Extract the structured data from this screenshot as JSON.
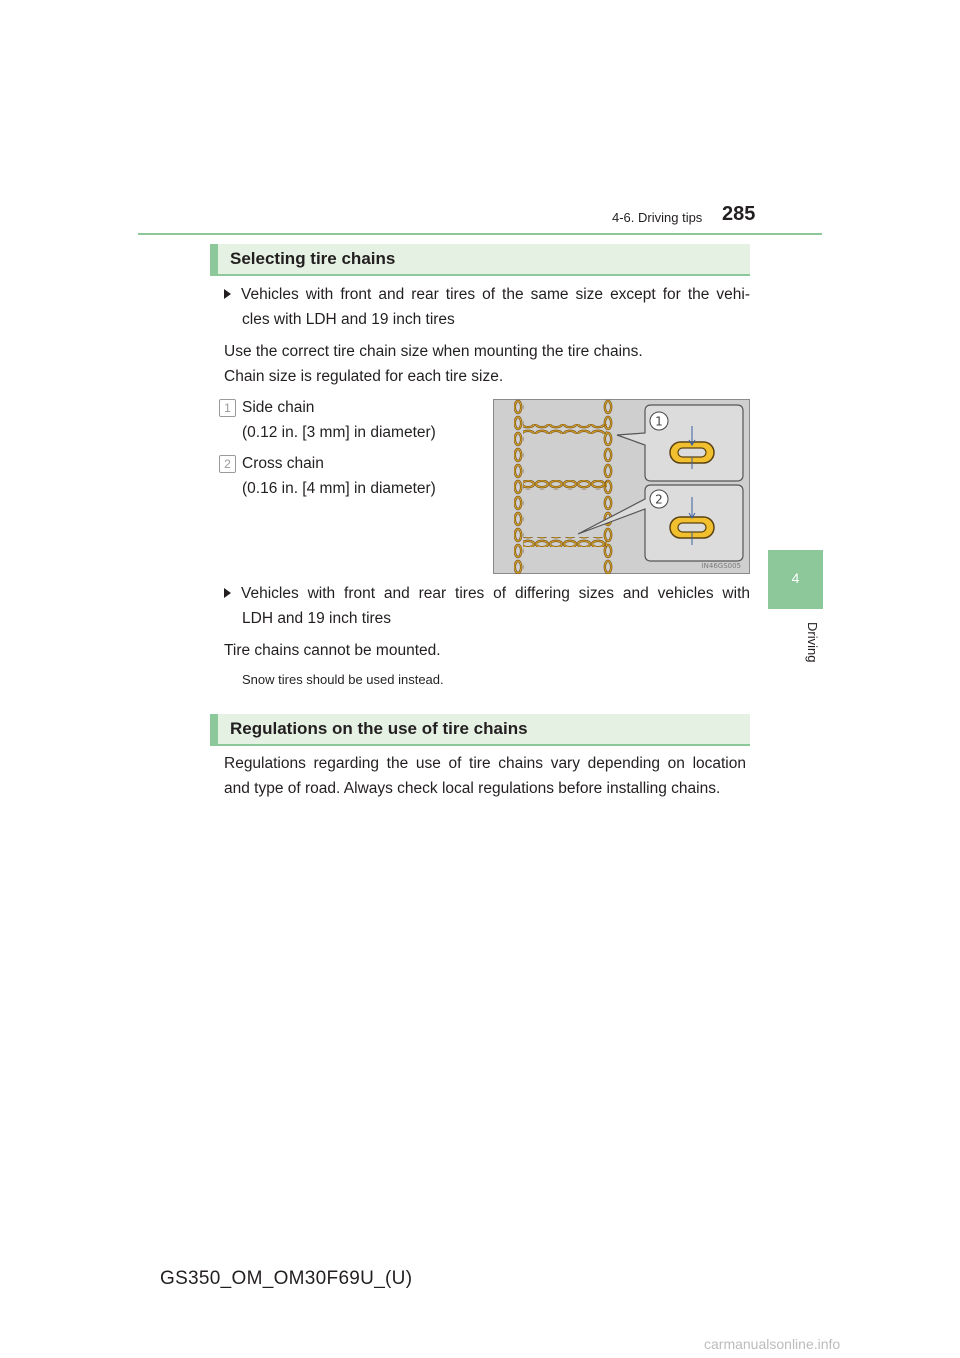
{
  "header": {
    "section": "4-6. Driving tips",
    "page_number": "285"
  },
  "side_tab": {
    "number": "4",
    "label": "Driving"
  },
  "section1": {
    "title": "Selecting tire chains",
    "bullet1_line1": "Vehicles with front and rear tires of the same size except for the vehi-",
    "bullet1_line2": "cles with LDH and 19 inch tires",
    "para1_line1": "Use the correct tire chain size when mounting the tire chains.",
    "para1_line2": "Chain size is regulated for each tire size.",
    "items": [
      {
        "num": "1",
        "name": "Side chain",
        "spec": "(0.12 in. [3 mm] in diameter)"
      },
      {
        "num": "2",
        "name": "Cross chain",
        "spec": "(0.16 in. [4 mm] in diameter)"
      }
    ],
    "figure": {
      "callout1": "1",
      "callout2": "2",
      "code": "IN46GS005"
    },
    "bullet2_line1": "Vehicles with front and rear tires of differing sizes and vehicles with",
    "bullet2_line2": "LDH and 19 inch tires",
    "para2": "Tire chains cannot be mounted.",
    "note": "Snow tires should be used instead."
  },
  "section2": {
    "title": "Regulations on the use of tire chains",
    "line1": "Regulations regarding the use of tire chains vary depending on location",
    "line2": "and type of road. Always check local regulations before installing chains."
  },
  "footer": {
    "code": "GS350_OM_OM30F69U_(U)",
    "watermark": "carmanualsonline.info"
  },
  "colors": {
    "accent_green": "#8dc89a",
    "band_fill": "#e4f1e3",
    "chain_gold": "#e0a825"
  }
}
